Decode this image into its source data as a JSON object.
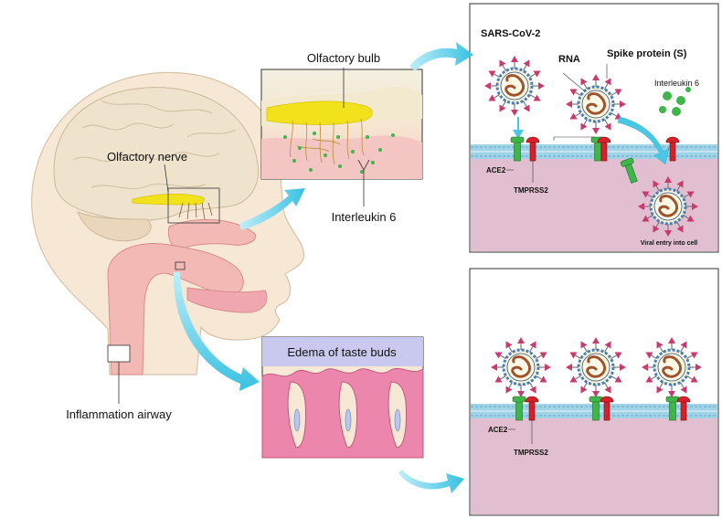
{
  "labels": {
    "olfactory_bulb": "Olfactory bulb",
    "olfactory_nerve": "Olfactory nerve",
    "interleukin_6_left": "Interleukin 6",
    "inflammation_airway": "Inflammation airway",
    "edema_taste_buds": "Edema of taste buds",
    "sars_cov_2": "SARS-CoV-2",
    "rna": "RNA",
    "spike_protein": "Spike protein (S)",
    "interleukin_6_right": "Interleukin 6",
    "ace2_top": "ACE2",
    "tmprss2_top": "TMPRSS2",
    "viral_entry": "Viral entry into cell",
    "ace2_bottom": "ACE2",
    "tmprss2_bottom": "TMPRSS2"
  },
  "colors": {
    "skin": "#f7e8d6",
    "brain": "#efe3cd",
    "airway": "#f3b9b5",
    "nerve_yellow": "#f2e21c",
    "cell_pink": "#e2bfd0",
    "membrane_blue": "#9fd3e8",
    "virus_spike": "#c93b6e",
    "ace2_green": "#3fb54a",
    "tmprss2_red": "#d8202a",
    "arrow_cyan": "#49c8e6",
    "il6_green": "#3fb54a",
    "tongue_pink": "#ec86ad",
    "edema_header": "#c9c8ee"
  }
}
